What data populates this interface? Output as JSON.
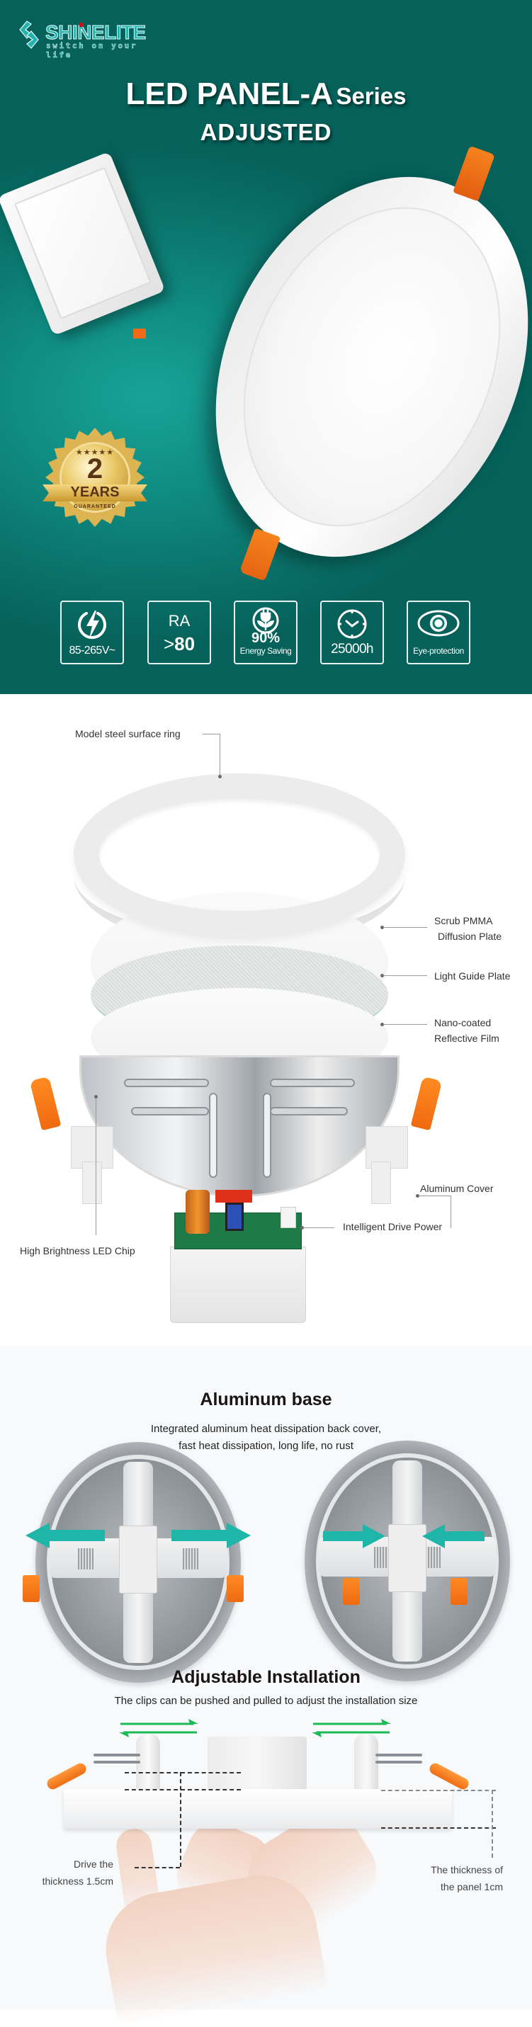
{
  "brand": {
    "name": "SHINELITE",
    "tagline": "switch on your life"
  },
  "hero": {
    "title_main": "LED PANEL-A",
    "title_series": "Series",
    "subtitle": "ADJUSTED",
    "badge": {
      "stars": "★★★★★",
      "number": "2",
      "years": "YEARS",
      "guaranteed": "GUARANTEED"
    },
    "features": [
      {
        "icon": "lightning-bolt-icon",
        "label": "85-265V~"
      },
      {
        "icon": "ra-text",
        "top": "RA",
        "symbol": ">",
        "value": "80"
      },
      {
        "icon": "plug-leaf-icon",
        "value": "90%",
        "label": "Energy Saving"
      },
      {
        "icon": "clock-icon",
        "label": "25000h"
      },
      {
        "icon": "eye-icon",
        "label": "Eye-protection"
      }
    ]
  },
  "exploded": {
    "labels": {
      "ring": "Model steel surface ring",
      "diffusion_line1": "Scrub PMMA",
      "diffusion_line2": "Diffusion Plate",
      "light_guide": "Light Guide Plate",
      "reflective_line1": "Nano-coated",
      "reflective_line2": "Reflective Film",
      "aluminum_cover": "Aluminum Cover",
      "drive_power": "Intelligent Drive Power",
      "led_chip": "High Brightness LED Chip"
    }
  },
  "aluminum_base": {
    "title": "Aluminum base",
    "desc_line1": "Integrated aluminum heat dissipation back cover,",
    "desc_line2": "fast heat dissipation, long life, no rust",
    "arrow_color": "#1fb5a8"
  },
  "installation": {
    "title": "Adjustable Installation",
    "desc": "The clips can be pushed and pulled to adjust the installation size",
    "arrow_color": "#1db954",
    "left_note_line1": "Drive the",
    "left_note_line2": "thickness 1.5cm",
    "right_note_line1": "The thickness of",
    "right_note_line2": "the panel 1cm"
  },
  "colors": {
    "hero_teal": "#0f8a80",
    "hero_teal_dark": "#05615a",
    "clip_orange": "#f06a1a",
    "section_bg": "#f7f9fb"
  }
}
